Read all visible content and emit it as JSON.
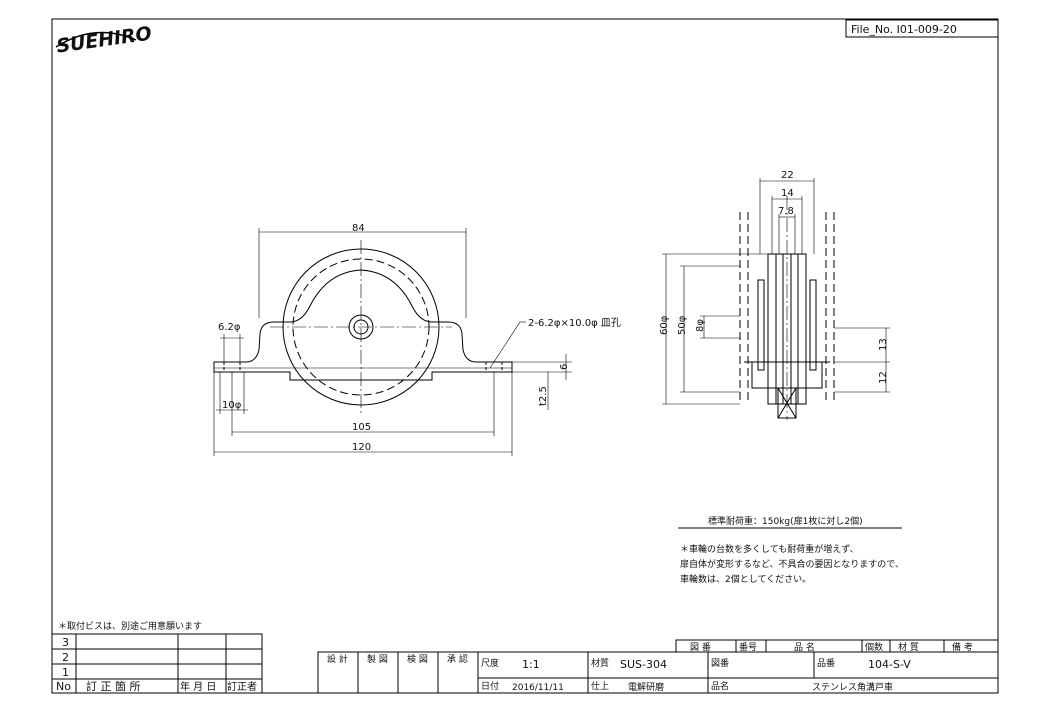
{
  "logo_text": "SUEHIRO",
  "file_no": "File_No. I01-009-20",
  "front_view": {
    "dim_width": "84",
    "dim_hole": "6.2φ",
    "dim_counterbore": "10φ",
    "dim_pitch": "105",
    "dim_total": "120",
    "dim_plate_height": "6",
    "dim_thickness": "t2.5",
    "note_holes": "2-6.2φ×10.0φ 皿孔"
  },
  "side_view": {
    "dim_22": "22",
    "dim_14": "14",
    "dim_7_8": "7.8",
    "dim_60": "60φ",
    "dim_50": "50φ",
    "dim_8": "8φ",
    "dim_13": "13",
    "dim_12": "12"
  },
  "load_title": "標準耐荷重：150kg(扉1枚に対し2個)",
  "notes": [
    "＊車輪の台数を多くしても耐荷重が増えず、",
    "扉自体が変形するなど、不具合の要因となりますので、",
    "車輪数は、2個としてください。"
  ],
  "screw_note": "＊取付ビスは、別途ご用意願います",
  "revision_table": {
    "rows": [
      "3",
      "2",
      "1"
    ],
    "header": [
      "No",
      "訂 正 箇 所",
      "年 月 日",
      "訂正者"
    ]
  },
  "sign_table": [
    "設 計",
    "製 図",
    "検 図",
    "承 認"
  ],
  "scale_label": "尺度",
  "scale_value": "1:1",
  "date_label": "日付",
  "date_value": "2016/11/11",
  "material_label": "材質",
  "material_value": "SUS-304",
  "finish_label": "仕上",
  "finish_value": "電解研磨",
  "drawing_no_label": "図番",
  "product_no_label": "品番",
  "product_no_value": "104-S-V",
  "product_name_label": "品名",
  "product_name_value": "ステンレス角溝戸車",
  "parts_header": [
    "図 番",
    "番号",
    "品 名",
    "個数",
    "材 質",
    "備 考"
  ]
}
